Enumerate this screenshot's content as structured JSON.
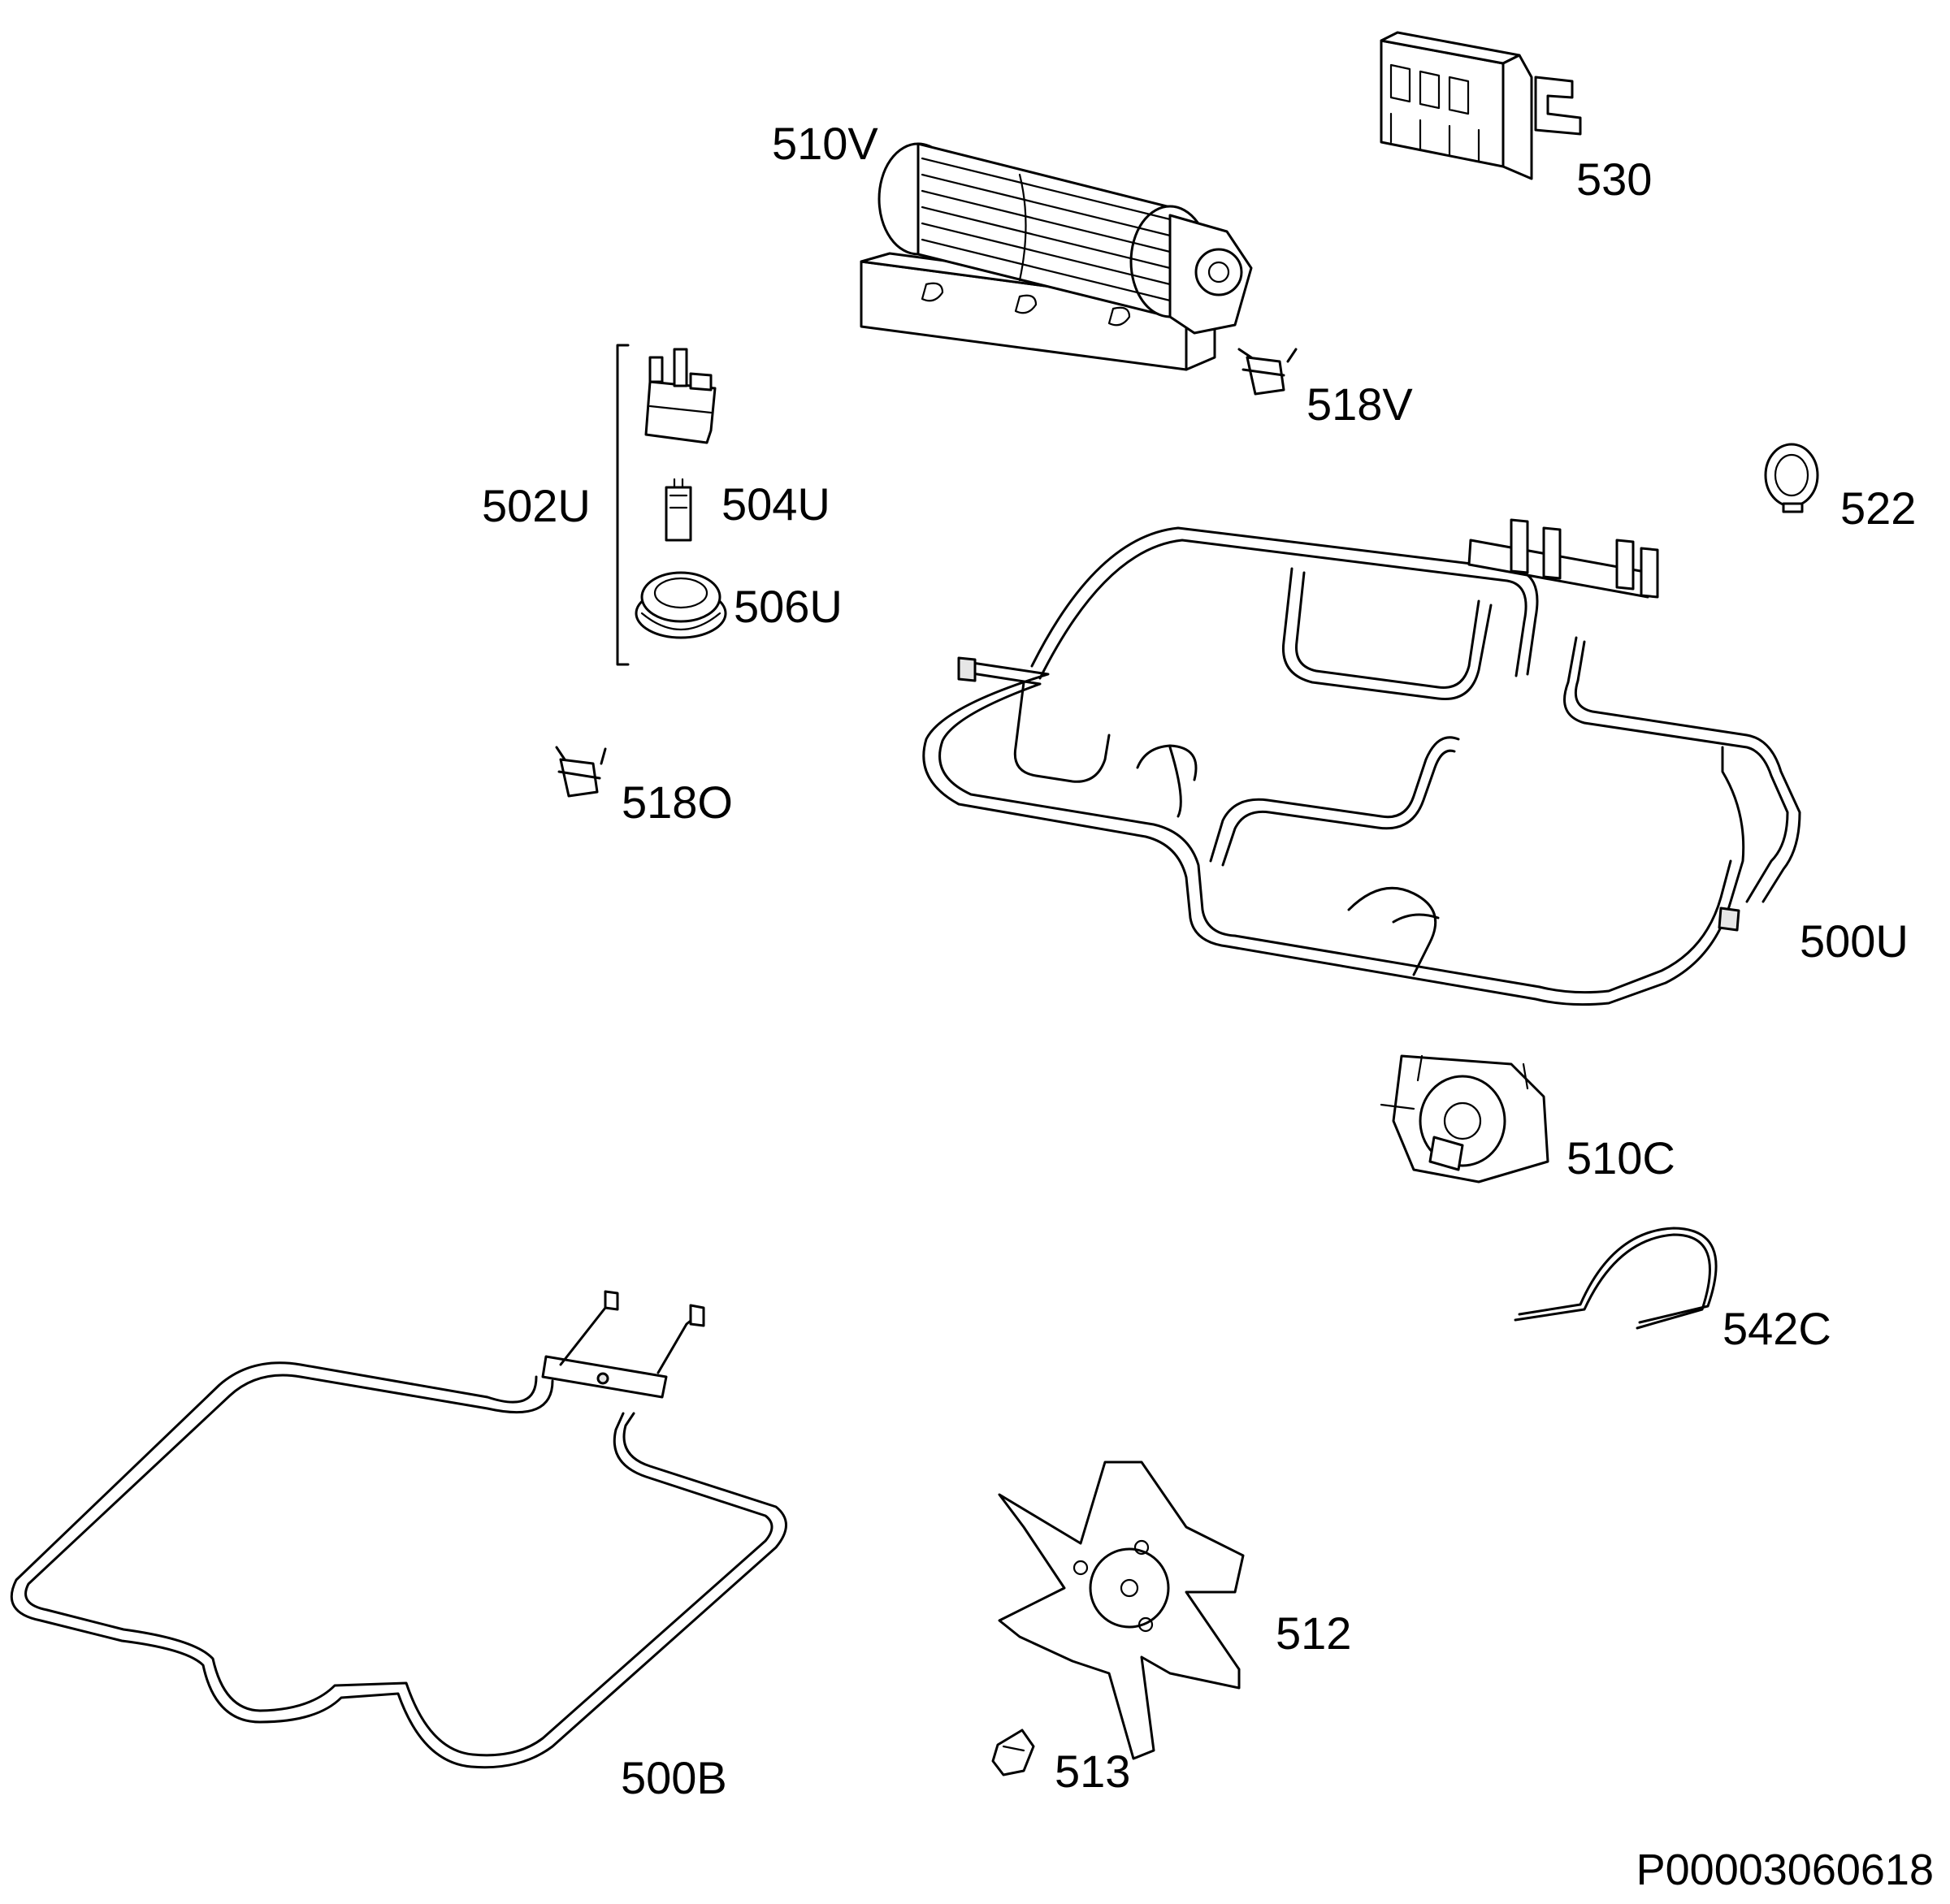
{
  "diagram": {
    "document_number": "P00003060618",
    "group_bracket_label": "502U",
    "parts": {
      "tangential_fan": "510V",
      "terminal_block": "530",
      "clip_fan": "518V",
      "lamp_holder_group": "502U",
      "lamp_bulb": "504U",
      "lamp_cover": "506U",
      "clip_oven": "518O",
      "clamp_ring": "522",
      "top_heating_element": "500U",
      "convection_motor": "510C",
      "spring_clip": "542C",
      "bottom_heating_element": "500B",
      "fan_blade": "512",
      "fan_nut": "513"
    }
  }
}
